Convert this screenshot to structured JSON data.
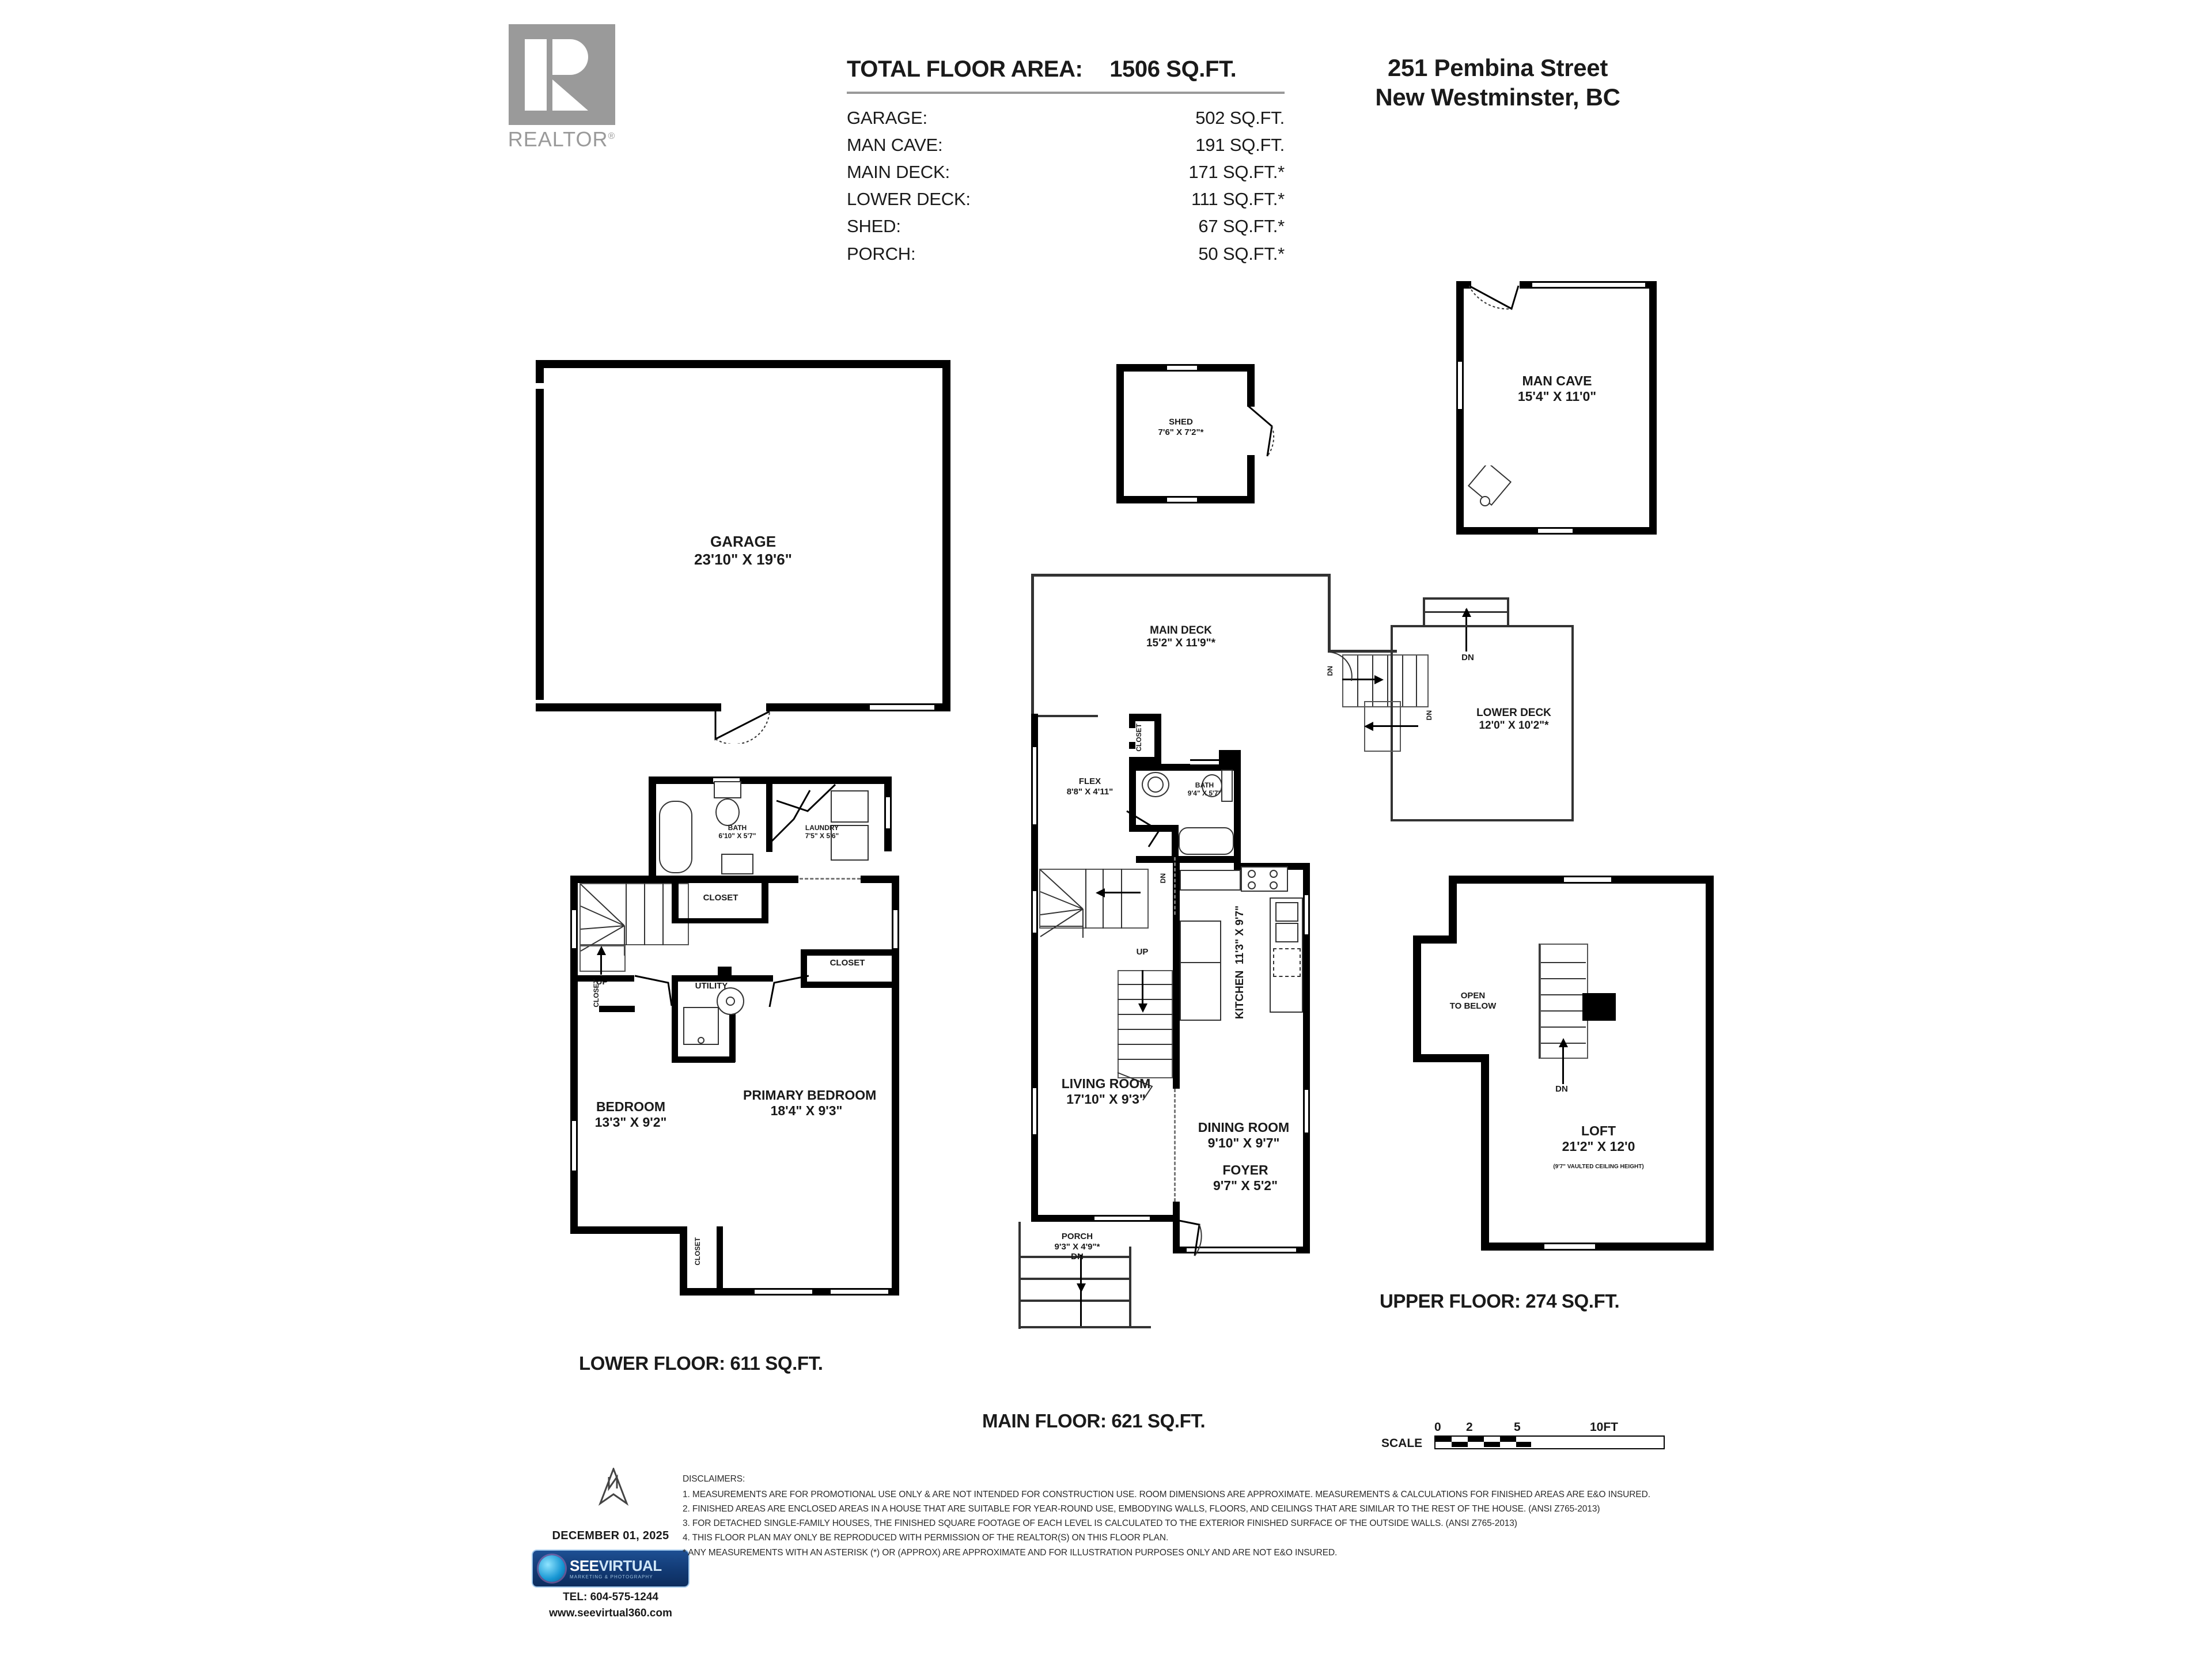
{
  "brand": {
    "realtor_mark": "REALTOR",
    "realtor_sup": "®"
  },
  "summary": {
    "total_label": "TOTAL FLOOR AREA:",
    "total_value": "1506 SQ.FT.",
    "rows": [
      {
        "label": "GARAGE:",
        "value": "502 SQ.FT."
      },
      {
        "label": "MAN CAVE:",
        "value": "191 SQ.FT."
      },
      {
        "label": "MAIN DECK:",
        "value": "171 SQ.FT.*"
      },
      {
        "label": "LOWER DECK:",
        "value": "111 SQ.FT.*"
      },
      {
        "label": "SHED:",
        "value": "67 SQ.FT.*"
      },
      {
        "label": "PORCH:",
        "value": "50 SQ.FT.*"
      }
    ]
  },
  "address": {
    "line1": "251 Pembina Street",
    "line2": "New Westminster, BC"
  },
  "garage": {
    "name": "GARAGE",
    "dims": "23'10\" X 19'6\""
  },
  "shed": {
    "name": "SHED",
    "dims": "7'6\" X 7'2\"*"
  },
  "mancave": {
    "name": "MAN CAVE",
    "dims": "15'4\" X 11'0\""
  },
  "lower_floor": {
    "title": "LOWER FLOOR: 611 SQ.FT.",
    "rooms": [
      {
        "name": "BATH",
        "dims": "6'10\" X 5'7\""
      },
      {
        "name": "LAUNDRY",
        "dims": "7'5\" X 5'6\""
      },
      {
        "name": "UTILITY",
        "dims": ""
      },
      {
        "name": "BEDROOM",
        "dims": "13'3\" X 9'2\""
      },
      {
        "name": "PRIMARY BEDROOM",
        "dims": "18'4\" X 9'3\""
      }
    ],
    "closets": [
      "CLOSET",
      "CLOSET",
      "CLOSET",
      "CLOSET"
    ],
    "stair_label": "UP"
  },
  "main_floor": {
    "title": "MAIN FLOOR: 621 SQ.FT.",
    "rooms": [
      {
        "name": "MAIN DECK",
        "dims": "15'2\" X 11'9\"*"
      },
      {
        "name": "LOWER DECK",
        "dims": "12'0\" X 10'2\"*"
      },
      {
        "name": "FLEX",
        "dims": "8'8\" X 4'11\""
      },
      {
        "name": "BATH",
        "dims": "9'4\" X 5'7\""
      },
      {
        "name": "KITCHEN",
        "dims": "11'3\" X 9'7\""
      },
      {
        "name": "LIVING ROOM",
        "dims": "17'10\" X 9'3\""
      },
      {
        "name": "DINING ROOM",
        "dims": "9'10\" X 9'7\""
      },
      {
        "name": "FOYER",
        "dims": "9'7\" X 5'2\""
      },
      {
        "name": "PORCH",
        "dims": "9'3\" X 4'9\"*"
      }
    ],
    "closet": "CLOSET",
    "stair_labels": {
      "up": "UP",
      "dn": "DN"
    }
  },
  "upper_floor": {
    "title": "UPPER FLOOR: 274 SQ.FT.",
    "open_to_below": "OPEN\nTO BELOW",
    "open_line1": "OPEN",
    "open_line2": "TO BELOW",
    "loft": {
      "name": "LOFT",
      "dims": "21'2\" X 12'0",
      "note": "(9'7\" VAULTED CEILING HEIGHT)"
    },
    "stair_label": "DN"
  },
  "scale": {
    "label": "SCALE",
    "ticks": [
      "0",
      "2",
      "5",
      "10FT"
    ]
  },
  "footer": {
    "date": "DECEMBER 01, 2025",
    "company_a": "SEE",
    "company_b": "VIRTUAL",
    "company_tag": "MARKETING & PHOTOGRAPHY",
    "tel": "TEL: 604-575-1244",
    "web": "www.seevirtual360.com"
  },
  "disclaimers": {
    "heading": "DISCLAIMERS:",
    "items": [
      "1. MEASUREMENTS ARE FOR PROMOTIONAL USE ONLY & ARE NOT INTENDED FOR CONSTRUCTION USE. ROOM DIMENSIONS ARE APPROXIMATE. MEASUREMENTS & CALCULATIONS FOR FINISHED AREAS ARE E&O INSURED.",
      "2. FINISHED AREAS ARE ENCLOSED AREAS IN A HOUSE THAT ARE SUITABLE FOR YEAR-ROUND USE, EMBODYING WALLS, FLOORS, AND CEILINGS THAT ARE SIMILAR TO THE REST OF THE HOUSE. (ANSI Z765-2013)",
      "3. FOR DETACHED SINGLE-FAMILY HOUSES, THE FINISHED SQUARE FOOTAGE OF EACH LEVEL IS CALCULATED TO THE EXTERIOR FINISHED SURFACE OF THE OUTSIDE WALLS. (ANSI Z765-2013)",
      "4. THIS FLOOR PLAN MAY ONLY BE REPRODUCED WITH PERMISSION OF THE REALTOR(S) ON THIS FLOOR PLAN.",
      "* ANY MEASUREMENTS WITH AN ASTERISK (*) OR (APPROX) ARE APPROXIMATE AND FOR ILLUSTRATION PURPOSES ONLY AND ARE NOT E&O INSURED."
    ]
  }
}
